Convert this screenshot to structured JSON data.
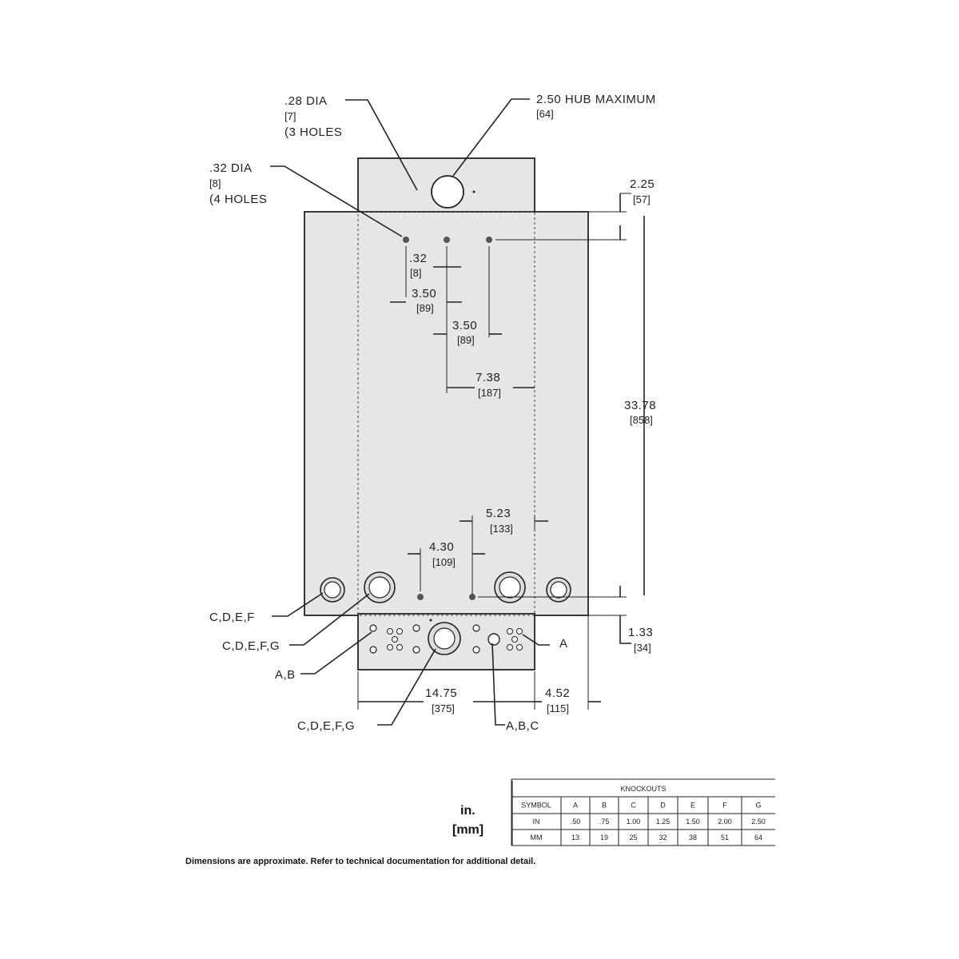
{
  "callouts": {
    "hole_28": {
      "dia": ".28  DIA",
      "mm": "[7]",
      "count": "(3  HOLES"
    },
    "hole_32": {
      "dia": ".32  DIA",
      "mm": "[8]",
      "count": "(4  HOLES"
    },
    "hub": {
      "text": "2.50  HUB  MAXIMUM",
      "mm": "[64]"
    },
    "ko_left_outer": "C,D,E,F",
    "ko_left_inner": "C,D,E,F,G",
    "ko_ab": "A,B",
    "ko_bottom_center": "C,D,E,F,G",
    "ko_abc": "A,B,C",
    "ko_a": "A"
  },
  "dimensions": {
    "d225": {
      "in": "2.25",
      "mm": "[57]"
    },
    "d32": {
      "in": ".32",
      "mm": "[8]"
    },
    "d350a": {
      "in": "3.50",
      "mm": "[89]"
    },
    "d350b": {
      "in": "3.50",
      "mm": "[89]"
    },
    "d738": {
      "in": "7.38",
      "mm": "[187]"
    },
    "d3378": {
      "in": "33.78",
      "mm": "[858]"
    },
    "d523": {
      "in": "5.23",
      "mm": "[133]"
    },
    "d430": {
      "in": "4.30",
      "mm": "[109]"
    },
    "d133": {
      "in": "1.33",
      "mm": "[34]"
    },
    "d1475": {
      "in": "14.75",
      "mm": "[375]"
    },
    "d452": {
      "in": "4.52",
      "mm": "[115]"
    }
  },
  "units_legend": {
    "inches": "in.",
    "mm": "[mm]"
  },
  "knockouts_table": {
    "title": "KNOCKOUTS",
    "header": [
      "SYMBOL",
      "A",
      "B",
      "C",
      "D",
      "E",
      "F",
      "G"
    ],
    "rows": [
      [
        "IN",
        ".50",
        ".75",
        "1.00",
        "1.25",
        "1.50",
        "2.00",
        "2.50"
      ],
      [
        "MM",
        "13",
        "19",
        "25",
        "32",
        "38",
        "51",
        "64"
      ]
    ]
  },
  "footnote": "Dimensions are approximate. Refer to technical documentation for additional detail."
}
